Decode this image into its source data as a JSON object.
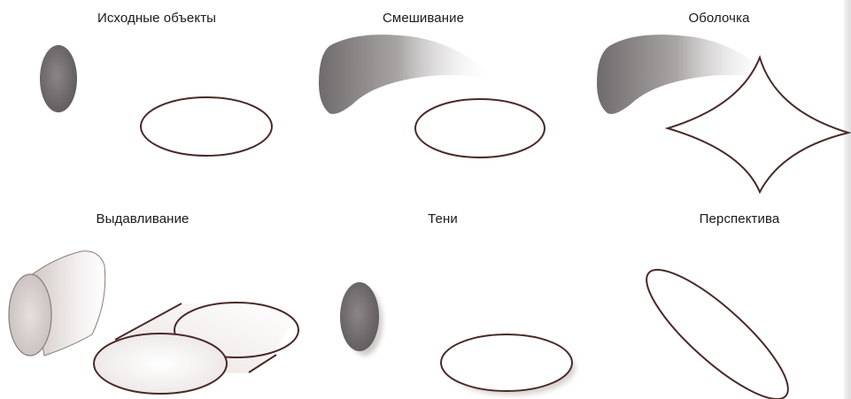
{
  "panels": [
    {
      "label": "Исходные объекты"
    },
    {
      "label": "Смешивание"
    },
    {
      "label": "Оболочка"
    },
    {
      "label": "Выдавливание"
    },
    {
      "label": "Тени"
    },
    {
      "label": "Перспектива"
    }
  ],
  "colors": {
    "fill_dark": "#6f6a6b",
    "outline": "#4a2a28",
    "background": "#ffffff"
  }
}
